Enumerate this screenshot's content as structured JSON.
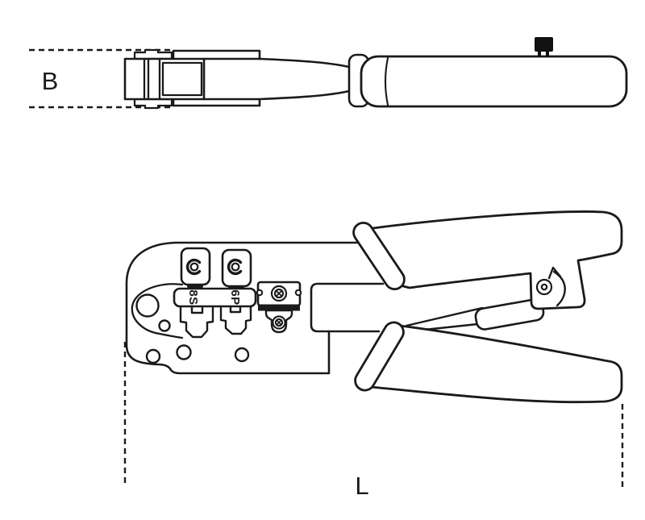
{
  "labels": {
    "top_view_dimension": "B",
    "main_view_dimension": "L"
  },
  "die_labels": [
    "8S",
    "6P"
  ],
  "icons": {
    "rotation_arrow": "curved-arrow-counterclockwise",
    "pivot": "pivot-screw",
    "release_knob": "release-knob",
    "fastener_screws": "cross-head-screws"
  },
  "colors": {
    "ink": "#1a1a1a",
    "background": "#ffffff",
    "knob_fill": "#111111"
  }
}
